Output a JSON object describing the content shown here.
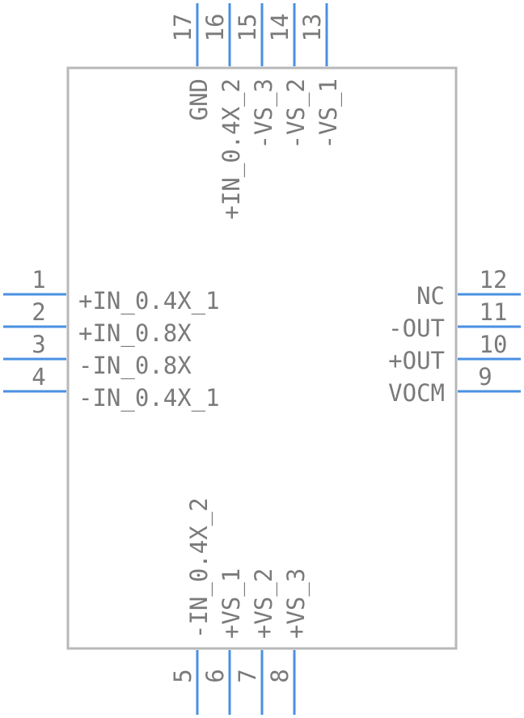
{
  "colors": {
    "pin": "#4a90e2",
    "body": "#b8b8b8",
    "text": "#7a7a7a"
  },
  "left_pins": [
    {
      "number": "1",
      "name": "+IN_0.4X_1"
    },
    {
      "number": "2",
      "name": "+IN_0.8X"
    },
    {
      "number": "3",
      "name": "-IN_0.8X"
    },
    {
      "number": "4",
      "name": "-IN_0.4X_1"
    }
  ],
  "right_pins": [
    {
      "number": "12",
      "name": "NC"
    },
    {
      "number": "11",
      "name": "-OUT"
    },
    {
      "number": "10",
      "name": "+OUT"
    },
    {
      "number": "9",
      "name": "VOCM"
    }
  ],
  "top_pins": [
    {
      "number": "17",
      "name": "GND"
    },
    {
      "number": "16",
      "name": "+IN_0.4X_2"
    },
    {
      "number": "15",
      "name": "-VS_3"
    },
    {
      "number": "14",
      "name": "-VS_2"
    },
    {
      "number": "13",
      "name": "-VS_1"
    }
  ],
  "bottom_pins": [
    {
      "number": "5",
      "name": "-IN_0.4X_2"
    },
    {
      "number": "6",
      "name": "+VS_1"
    },
    {
      "number": "7",
      "name": "+VS_2"
    },
    {
      "number": "8",
      "name": "+VS_3"
    }
  ]
}
